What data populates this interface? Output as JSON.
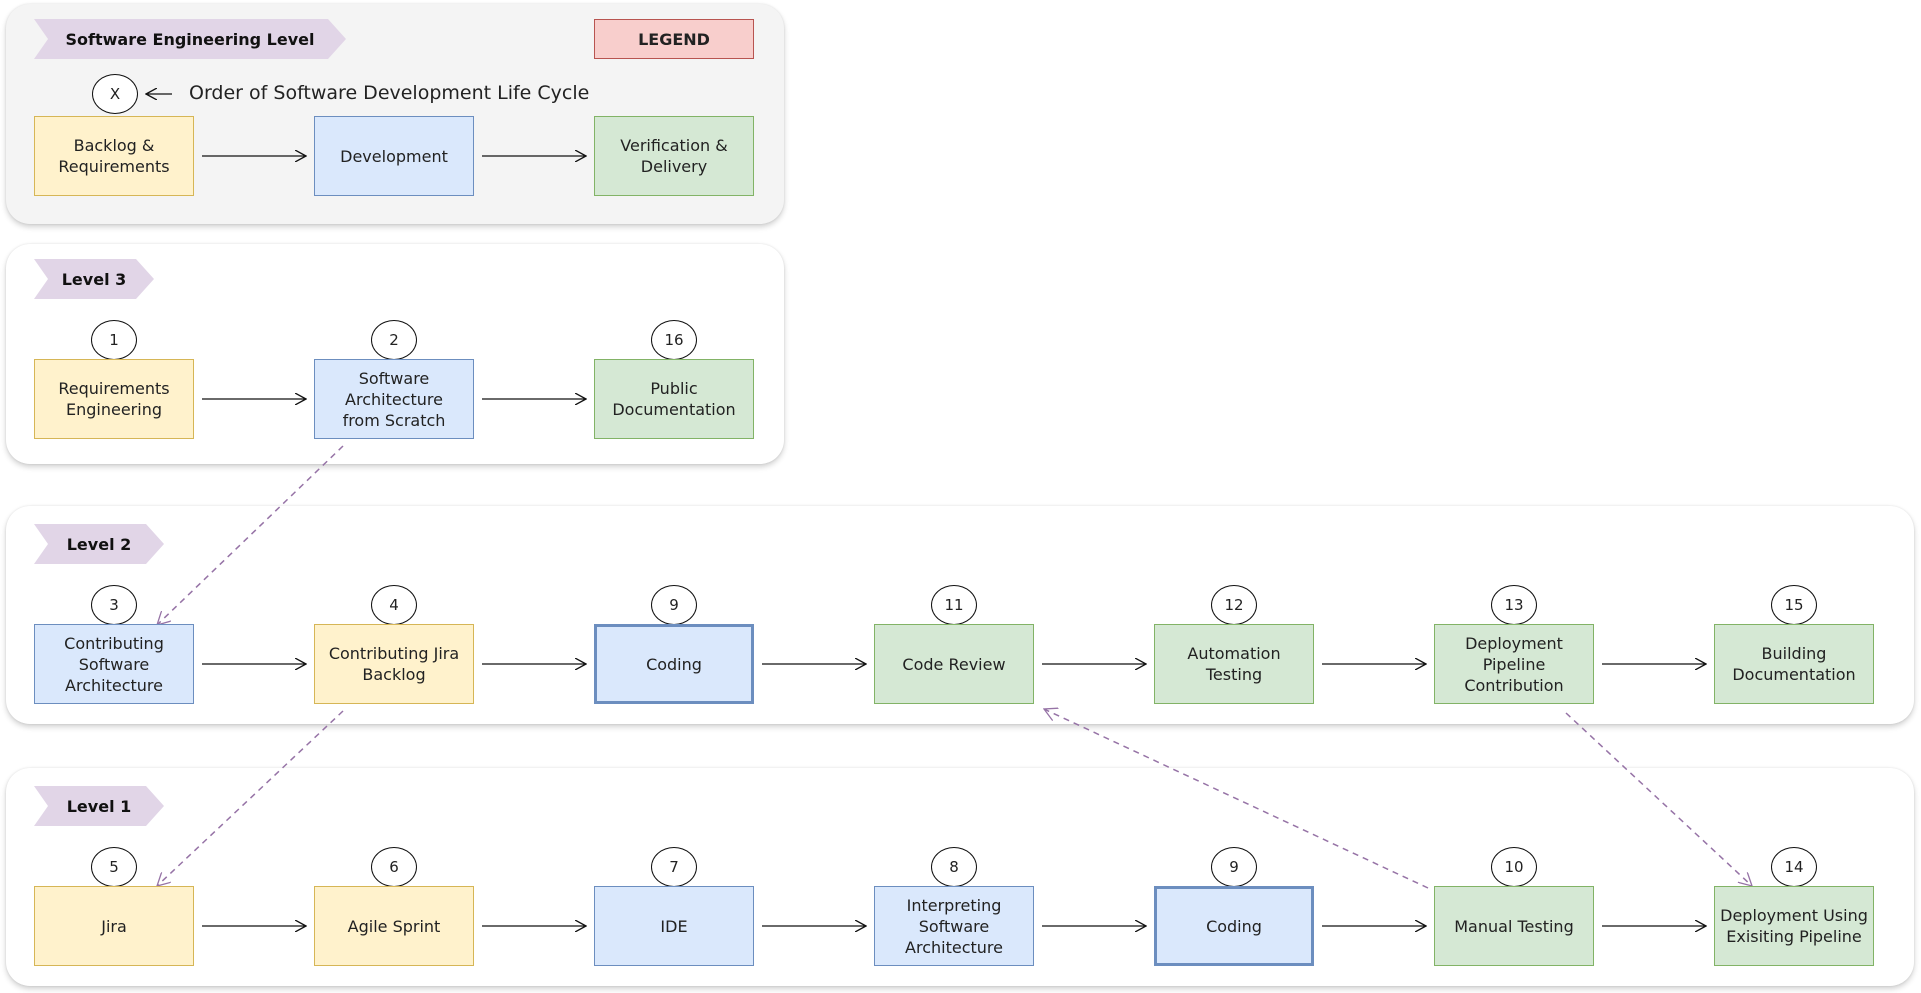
{
  "legend": {
    "title": "Software Engineering Level",
    "legend_label": "LEGEND",
    "order_marker": "X",
    "order_text": "Order of Software Development Life Cycle",
    "phases": [
      {
        "label": "Backlog &\nRequirements",
        "color": "#fff2cc"
      },
      {
        "label": "Development",
        "color": "#dae8fc"
      },
      {
        "label": "Verification &\nDelivery",
        "color": "#d5e8d4"
      }
    ]
  },
  "levels": [
    {
      "name": "Level 3",
      "steps": [
        {
          "num": "1",
          "label": "Requirements\nEngineering",
          "phase": "yellow"
        },
        {
          "num": "2",
          "label": "Software\nArchitecture\nfrom Scratch",
          "phase": "blue"
        },
        {
          "num": "16",
          "label": "Public\nDocumentation",
          "phase": "green"
        }
      ]
    },
    {
      "name": "Level 2",
      "steps": [
        {
          "num": "3",
          "label": "Contributing\nSoftware\nArchitecture",
          "phase": "blue"
        },
        {
          "num": "4",
          "label": "Contributing Jira\nBacklog",
          "phase": "yellow"
        },
        {
          "num": "9",
          "label": "Coding",
          "phase": "blue",
          "highlight": true
        },
        {
          "num": "11",
          "label": "Code Review",
          "phase": "green"
        },
        {
          "num": "12",
          "label": "Automation Testing",
          "phase": "green"
        },
        {
          "num": "13",
          "label": "Deployment\nPipeline\nContribution",
          "phase": "green"
        },
        {
          "num": "15",
          "label": "Building\nDocumentation",
          "phase": "green"
        }
      ]
    },
    {
      "name": "Level 1",
      "steps": [
        {
          "num": "5",
          "label": "Jira",
          "phase": "yellow"
        },
        {
          "num": "6",
          "label": "Agile Sprint",
          "phase": "yellow"
        },
        {
          "num": "7",
          "label": "IDE",
          "phase": "blue"
        },
        {
          "num": "8",
          "label": "Interpreting\nSoftware\nArchitecture",
          "phase": "blue"
        },
        {
          "num": "9",
          "label": "Coding",
          "phase": "blue",
          "highlight": true
        },
        {
          "num": "10",
          "label": "Manual Testing",
          "phase": "green"
        },
        {
          "num": "14",
          "label": "Deployment Using\nExisiting Pipeline",
          "phase": "green"
        }
      ]
    }
  ],
  "colors": {
    "backlog": "#fff2cc",
    "development": "#dae8fc",
    "verification": "#d5e8d4",
    "level_tag": "#e1d5e7",
    "legend": "#f8cecc",
    "dependency_arrow": "#9673a6"
  }
}
